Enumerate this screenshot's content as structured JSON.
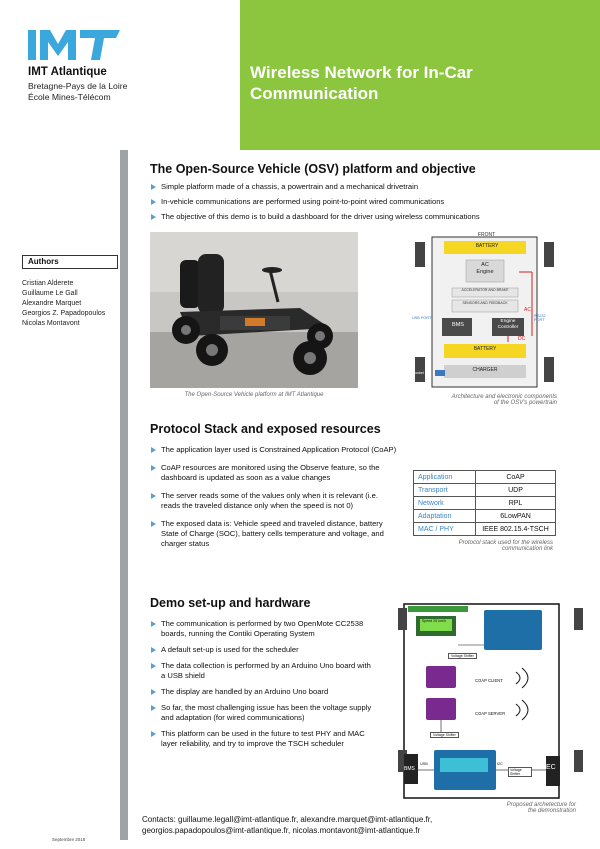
{
  "header": {
    "institution": "IMT Atlantique",
    "region": "Bretagne-Pays de la Loire",
    "school": "École Mines-Télécom",
    "title_line1": "Wireless Network for In-Car",
    "title_line2": "Communication",
    "logo_color": "#3aa8dc",
    "accent_color": "#8cc63f"
  },
  "sidebar": {
    "authors_heading": "Authors",
    "authors": [
      "Cristian Alderete",
      "Guillaume Le Gall",
      "Alexandre Marquet",
      "Georgios Z. Papadopoulos",
      "Nicolas Montavont"
    ],
    "date": "Septembre 2018"
  },
  "section1": {
    "title": "The Open-Source Vehicle (OSV) platform and objective",
    "bullets": [
      "Simple platform made of a chassis, a powertrain and a mechanical drivetrain",
      "In-vehicle communications are performed using point-to-point wired communications",
      "The objective of this demo is to build a dashboard for the driver using wireless communications"
    ],
    "photo_caption": "The Open-Source Vehicle platform at IMT Atlantique",
    "diagram_caption_1": "Architecture and electronic components",
    "diagram_caption_2": "of the OSV's powertrain",
    "diagram": {
      "front": "FRONT",
      "battery_top": "BATTERY",
      "ac": "AC",
      "engine": "Engine",
      "accel": "ACCELERATOR AND BRAKE",
      "sensors": "SENSORS AND FEEDBACK",
      "usb_port": "USB PORT",
      "bms": "BMS",
      "engine_controller_1": "Engine",
      "engine_controller_2": "Controller",
      "side_port": "RS232 PORT",
      "ac_label": "AC",
      "dc_label": "DC",
      "battery_bottom": "BATTERY",
      "charger": "CHARGER",
      "socket": "Socket"
    }
  },
  "section2": {
    "title": "Protocol Stack and exposed resources",
    "bullets": [
      "The application layer used is Constrained Application Protocol (CoAP)",
      "CoAP resources are monitored using the Observe feature, so the dashboard is updated as soon as a value changes",
      "The server reads some of the values only when it is relevant (i.e. reads the traveled distance only when the speed is not 0)",
      "The exposed data is: Vehicle speed and traveled distance, battery State of Charge (SOC), battery cells temperature and voltage, and charger status"
    ],
    "table": [
      {
        "layer": "Application",
        "protocol": "CoAP"
      },
      {
        "layer": "Transport",
        "protocol": "UDP"
      },
      {
        "layer": "Network",
        "protocol": "RPL"
      },
      {
        "layer": "Adaptation",
        "protocol": "6LowPAN"
      },
      {
        "layer": "MAC / PHY",
        "protocol": "IEEE 802.15.4-TSCH"
      }
    ],
    "table_caption_1": "Protocol stack used for the wireless",
    "table_caption_2": "communication link"
  },
  "section3": {
    "title": "Demo set-up and hardware",
    "bullets": [
      "The communication is performed by two OpenMote CC2538 boards, running the Contiki Operating System",
      "A default set-up is used for the scheduler",
      "The data collection is performed by an Arduino Uno board with a USB shield",
      "The display are handled by an Arduino Uno board",
      "So far, the most challenging issue has been the voltage supply and adaptation (for wired communications)",
      "This platform can be used in the future to test PHY and MAC layer reliability, and try to improve the TSCH scheduler"
    ],
    "diagram": {
      "lcd_text": "Speed 25 km/h",
      "coap_client": "COAP CLIENT",
      "coap_server": "COAP SERVER",
      "voltage_shifter": "Voltage Shifter",
      "bms": "BMS",
      "ec": "EC",
      "usb": "USB",
      "i2c": "I2C"
    },
    "caption_1": "Proposed archetecture for",
    "caption_2": "the demonstration"
  },
  "contacts": {
    "line1": "Contacts: guillaume.legall@imt-atlantique.fr, alexandre.marquet@imt-atlantique.fr,",
    "line2": "georgios.papadopoulos@imt-atlantique.fr, nicolas.montavont@imt-atlantique.fr"
  }
}
